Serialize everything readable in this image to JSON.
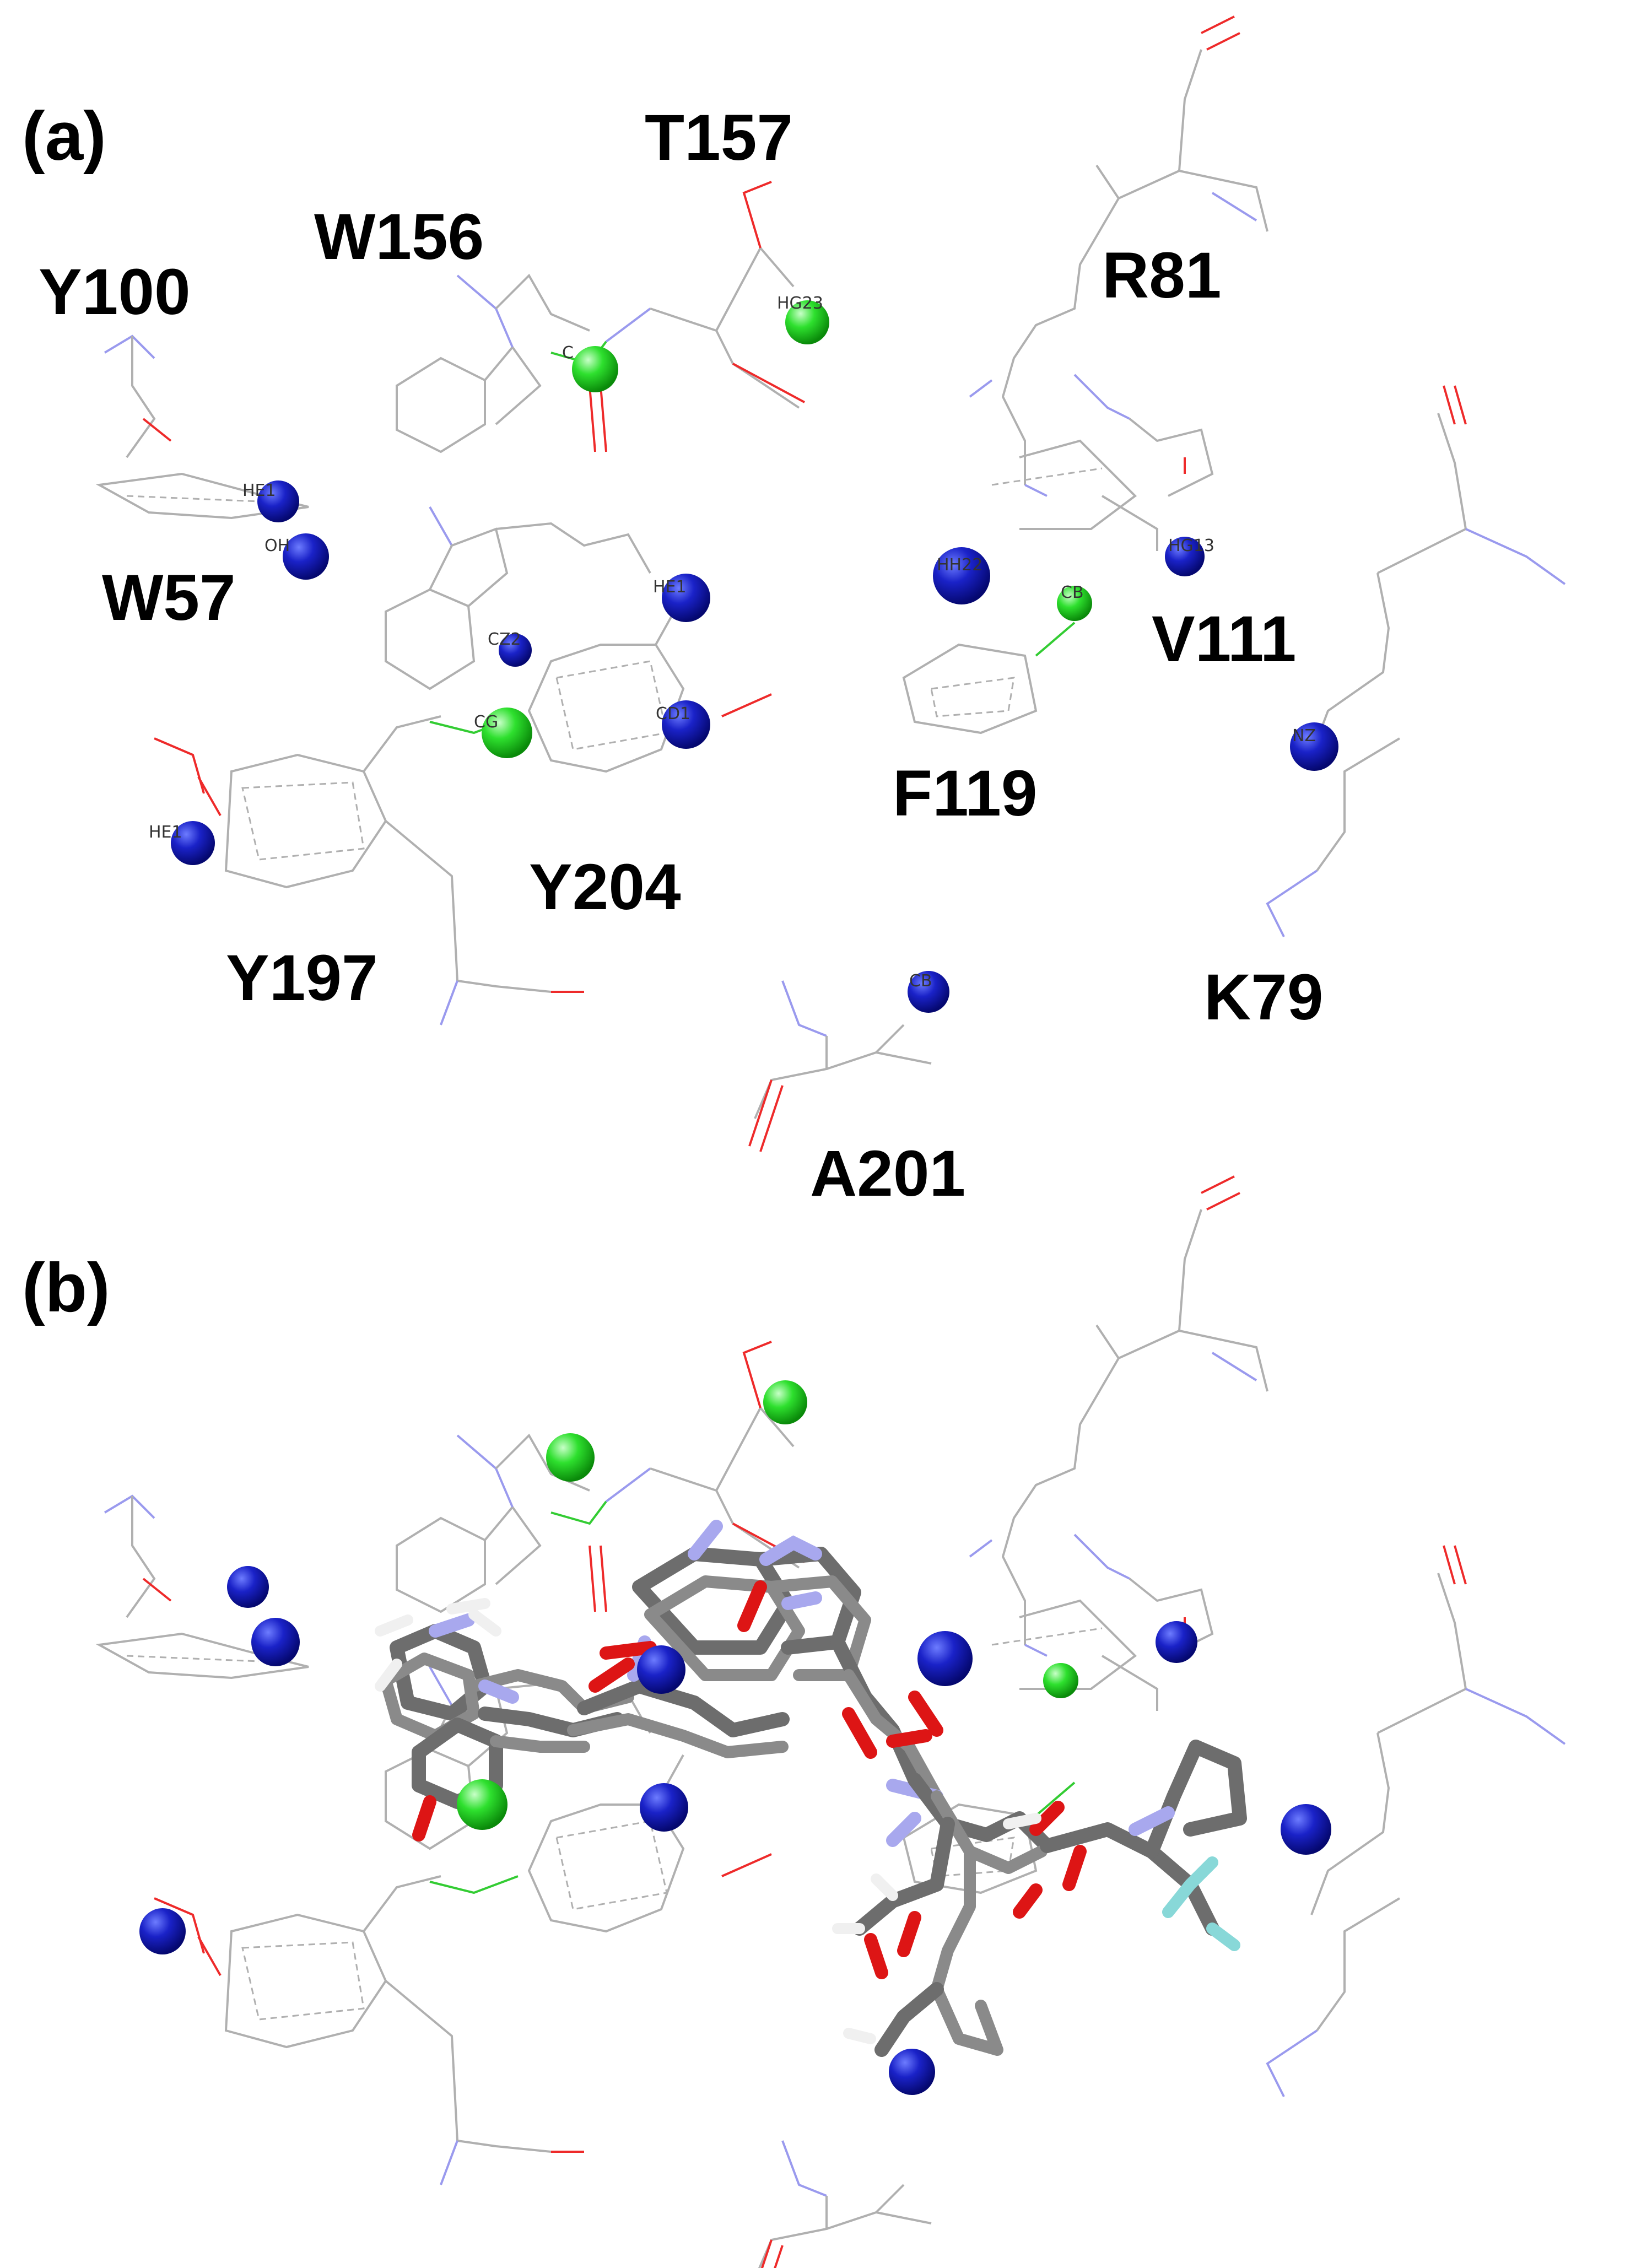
{
  "panels": [
    {
      "letter": "(a)",
      "residues": [
        "T157",
        "W156",
        "Y100",
        "R81",
        "W57",
        "V111",
        "F119",
        "Y204",
        "Y197",
        "K79",
        "A201"
      ],
      "atom_labels": [
        "HG23",
        "C",
        "HE1",
        "OH",
        "HE1",
        "CZ2",
        "CG",
        "CD1",
        "HH22",
        "CB",
        "HG13",
        "NZ",
        "HE1",
        "CB"
      ]
    },
    {
      "letter": "(b)"
    }
  ],
  "colors": {
    "acceptor_sphere": "#0b12b8",
    "hydrophobic_sphere": "#22dd22",
    "carbon_wire": "#b0b0b0",
    "nitrogen_wire": "#9a9aee",
    "oxygen_wire": "#ee2a2a",
    "ligand_carbon": "#6d6d6d",
    "ligand_oxygen": "#dd1515",
    "ligand_nitrogen": "#a8a8ee",
    "ligand_fluorine": "#88d8d8"
  }
}
